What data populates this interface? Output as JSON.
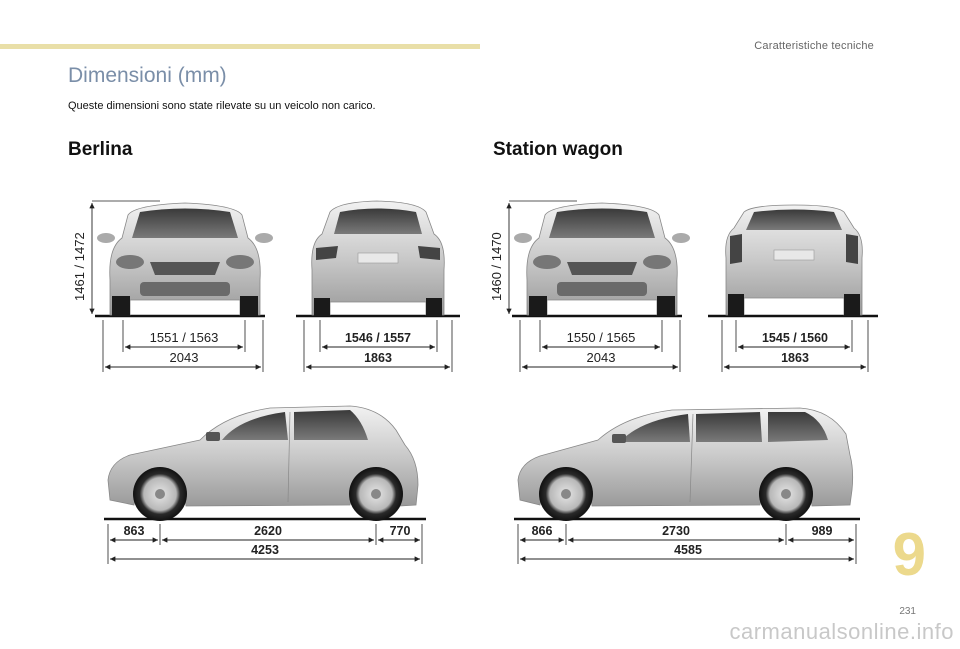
{
  "header": {
    "chapter_title": "Caratteristiche tecniche",
    "title": "Dimensioni (mm)",
    "subtitle": "Queste dimensioni sono state rilevate su un veicolo non carico."
  },
  "sections": {
    "berlina": {
      "title": "Berlina",
      "height": "1461 / 1472",
      "front_track": "1551 / 1563",
      "front_width": "2043",
      "rear_track": "1546 / 1557",
      "rear_width": "1863",
      "front_overhang": "863",
      "wheelbase": "2620",
      "rear_overhang": "770",
      "length": "4253"
    },
    "station_wagon": {
      "title": "Station wagon",
      "height": "1460 / 1470",
      "front_track": "1550 / 1565",
      "front_width": "2043",
      "rear_track": "1545 / 1560",
      "rear_width": "1863",
      "front_overhang": "866",
      "wheelbase": "2730",
      "rear_overhang": "989",
      "length": "4585"
    }
  },
  "footer": {
    "chapter_number": "9",
    "page_number": "231",
    "watermark": "carmanualsonline.info"
  }
}
